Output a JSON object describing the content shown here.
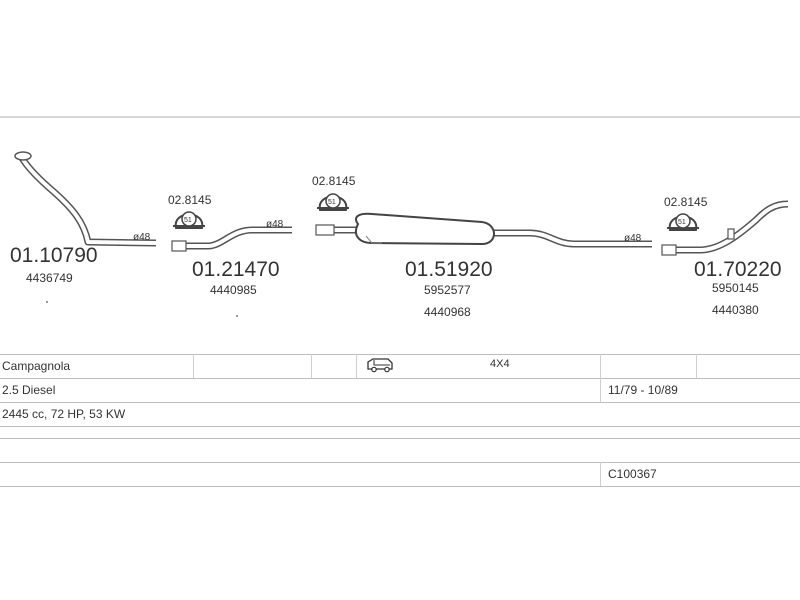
{
  "parts": [
    {
      "part_number": "01.10790",
      "oem_numbers": [
        "4436749"
      ],
      "diameter": "ø48"
    },
    {
      "part_number": "01.21470",
      "oem_numbers": [
        "4440985"
      ],
      "clamp": "02.8145",
      "diameter": "ø48"
    },
    {
      "part_number": "01.51920",
      "oem_numbers": [
        "5952577",
        "4440968"
      ],
      "clamp": "02.8145",
      "diameter": "ø48"
    },
    {
      "part_number": "01.70220",
      "oem_numbers": [
        "5950145",
        "4440380"
      ],
      "clamp": "02.8145"
    }
  ],
  "clamp_badge": "51",
  "vehicle": {
    "model": "Campagnola",
    "drive": "4X4",
    "engine": "2.5 Diesel",
    "years": "11/79 - 10/89",
    "specs": "2445 cc, 72 HP, 53 KW",
    "code": "C100367",
    "body_icon": "van-icon"
  }
}
